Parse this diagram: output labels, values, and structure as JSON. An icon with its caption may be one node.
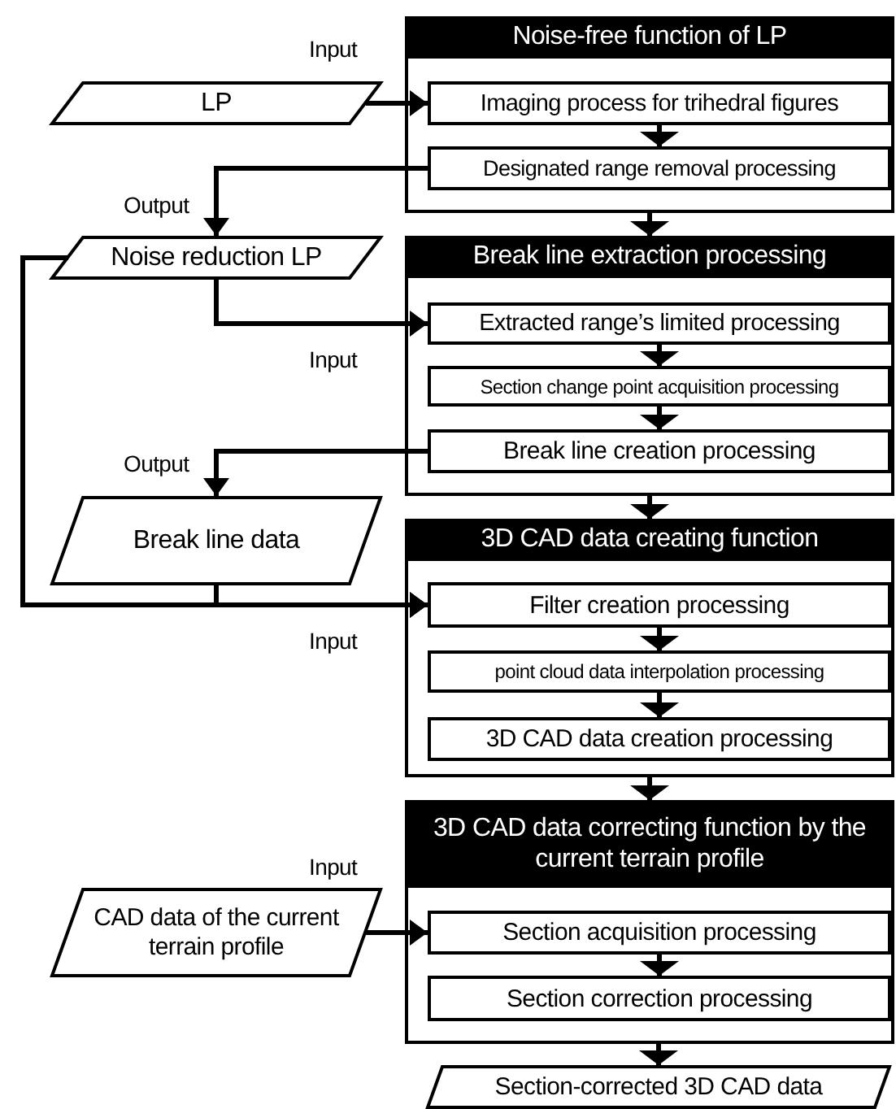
{
  "diagram": {
    "nodes": [
      {
        "text": [
          "Noise-free function of LP"
        ]
      },
      {
        "text": [
          "Imaging process for trihedral figures"
        ],
        "in": 0
      },
      {
        "text": [
          "Designated range removal processing"
        ],
        "in": 0
      },
      {
        "text": [
          "LP"
        ]
      },
      {
        "text": [
          "Noise reduction LP"
        ]
      },
      {
        "text": [
          "Break line extraction processing"
        ]
      },
      {
        "text": [
          "Extracted range’s limited processing"
        ],
        "in": 5
      },
      {
        "text": [
          "Section change point acquisition processing"
        ],
        "in": 5
      },
      {
        "text": [
          "Break line creation processing"
        ],
        "in": 5
      },
      {
        "text": [
          "Break line data"
        ]
      },
      {
        "text": [
          "3D CAD data creating function"
        ]
      },
      {
        "text": [
          "Filter creation processing"
        ],
        "in": 10
      },
      {
        "text": [
          "point cloud data interpolation processing"
        ],
        "in": 10
      },
      {
        "text": [
          "3D CAD data creation processing"
        ],
        "in": 10
      },
      {
        "text": [
          "3D CAD data correcting function by the current terrain profile"
        ]
      },
      {
        "text": [
          "CAD data of the current terrain profile"
        ]
      },
      {
        "text": [
          "Section acquisition processing"
        ],
        "in": 14
      },
      {
        "text": [
          "Section correction processing"
        ],
        "in": 14
      },
      {
        "text": [
          "Section-corrected 3D CAD data"
        ]
      }
    ],
    "edges": [
      {
        "from": 3,
        "to": 1,
        "arrow": "to"
      },
      {
        "from": 1,
        "to": 2,
        "arrow": "to"
      },
      {
        "from": 2,
        "to": 4,
        "arrow": "to"
      },
      {
        "from": 0,
        "to": 5,
        "arrow": "to"
      },
      {
        "from": 4,
        "to": 6,
        "arrow": "to"
      },
      {
        "from": 6,
        "to": 7,
        "arrow": "to"
      },
      {
        "from": 7,
        "to": 8,
        "arrow": "to"
      },
      {
        "from": 8,
        "to": 9,
        "arrow": "to"
      },
      {
        "from": 5,
        "to": 10,
        "arrow": "to"
      },
      {
        "from": 4,
        "to": 11,
        "arrow": "to"
      },
      {
        "from": 9,
        "to": 11,
        "arrow": "to"
      },
      {
        "from": 11,
        "to": 12,
        "arrow": "to"
      },
      {
        "from": 12,
        "to": 13,
        "arrow": "to"
      },
      {
        "from": 10,
        "to": 14,
        "arrow": "to"
      },
      {
        "from": 15,
        "to": 16,
        "arrow": "to"
      },
      {
        "from": 16,
        "to": 17,
        "arrow": "to"
      },
      {
        "from": 14,
        "to": 18,
        "arrow": "to"
      }
    ],
    "labels": [
      "Input",
      "Output",
      "Input",
      "Output",
      "Input",
      "Input"
    ]
  }
}
